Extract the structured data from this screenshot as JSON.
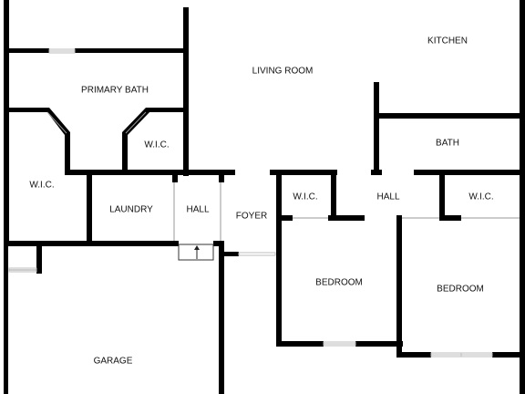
{
  "floor_plan": {
    "rooms": [
      {
        "id": "kitchen",
        "label": "KITCHEN"
      },
      {
        "id": "living-room",
        "label": "LIVING ROOM"
      },
      {
        "id": "primary-bath",
        "label": "PRIMARY BATH"
      },
      {
        "id": "primary-wic",
        "label": "W.I.C."
      },
      {
        "id": "bath",
        "label": "BATH"
      },
      {
        "id": "wic-left",
        "label": "W.I.C."
      },
      {
        "id": "laundry",
        "label": "LAUNDRY"
      },
      {
        "id": "hall-left",
        "label": "HALL"
      },
      {
        "id": "foyer",
        "label": "FOYER"
      },
      {
        "id": "wic-mid",
        "label": "W.I.C."
      },
      {
        "id": "hall-right",
        "label": "HALL"
      },
      {
        "id": "wic-right",
        "label": "W.I.C."
      },
      {
        "id": "bedroom-left",
        "label": "BEDROOM"
      },
      {
        "id": "bedroom-right",
        "label": "BEDROOM"
      },
      {
        "id": "garage",
        "label": "GARAGE"
      }
    ],
    "colors": {
      "wall": "#000000",
      "window": "#bdbdbd",
      "background": "#ffffff"
    }
  }
}
